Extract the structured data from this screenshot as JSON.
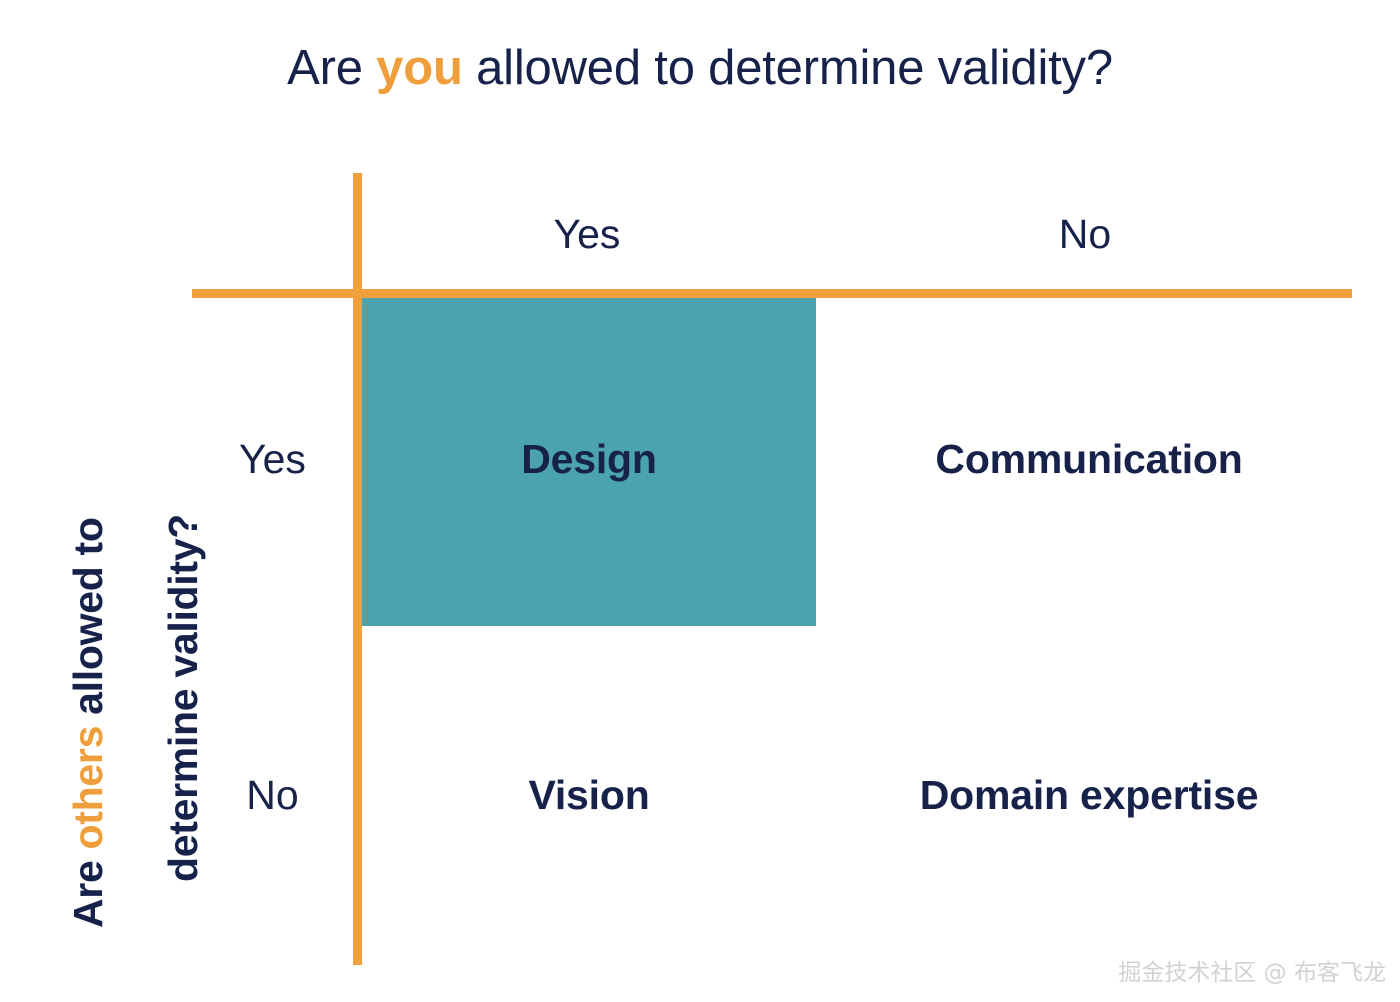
{
  "title": {
    "prefix": "Are ",
    "accent": "you",
    "suffix": " allowed to determine validity?"
  },
  "y_axis": {
    "line1_prefix": "Are ",
    "line1_accent": "others",
    "line1_suffix": " allowed to",
    "line2": "determine validity?"
  },
  "matrix": {
    "column_headers": [
      "Yes",
      "No"
    ],
    "row_headers": [
      "Yes",
      "No"
    ],
    "cells": [
      {
        "label": "Design",
        "highlighted": true
      },
      {
        "label": "Communication",
        "highlighted": false
      },
      {
        "label": "Vision",
        "highlighted": false
      },
      {
        "label": "Domain expertise",
        "highlighted": false
      }
    ]
  },
  "colors": {
    "accent_orange": "#F0A03C",
    "title_orange": "#EE9F3C",
    "navy": "#16224A",
    "teal_highlight": "#4BA3AE",
    "watermark_gray": "#D2D2D2",
    "background": "#FFFFFF"
  },
  "watermark": {
    "text": "掘金技术社区 @ 布客飞龙"
  }
}
